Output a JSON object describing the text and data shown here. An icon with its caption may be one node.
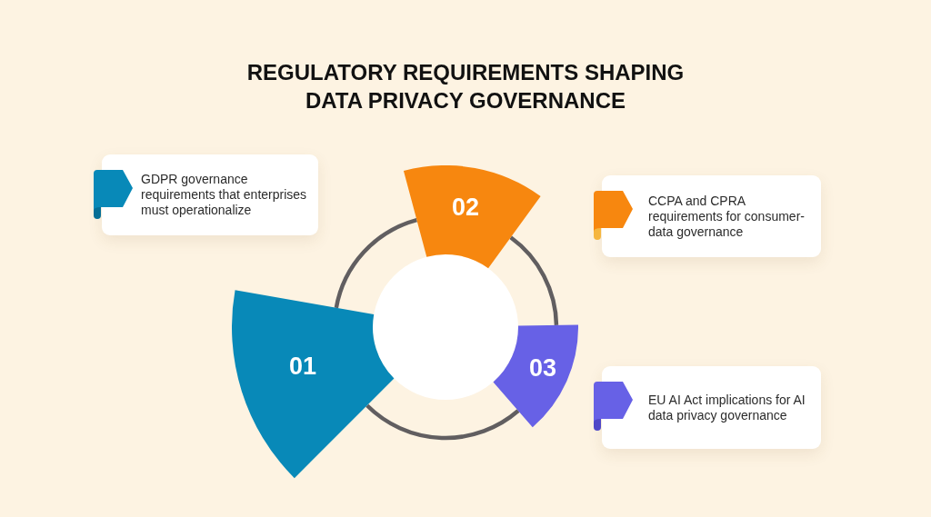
{
  "diagram": {
    "title": "REGULATORY REQUIREMENTS SHAPING DATA PRIVACY GOVERNANCE",
    "nodes": [
      {
        "text": [],
        "shape": "circle"
      },
      {
        "text": [
          "01"
        ]
      },
      {
        "text": [
          "GDPR governance requirements that enterprises must operationalize"
        ]
      },
      {
        "text": [
          "02"
        ]
      },
      {
        "text": [
          "CCPA and CPRA requirements for consumer-data governance"
        ]
      },
      {
        "text": [
          "03"
        ]
      },
      {
        "text": [
          "EU AI Act implications for AI data privacy governance"
        ]
      }
    ],
    "edges": [
      {
        "from": 1,
        "to": 3,
        "arrow": "none"
      },
      {
        "from": 3,
        "to": 5,
        "arrow": "none"
      },
      {
        "from": 5,
        "to": 1,
        "arrow": "none"
      }
    ]
  }
}
